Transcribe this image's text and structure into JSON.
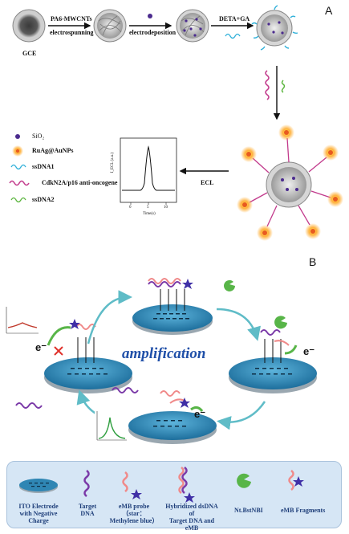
{
  "panel_a": {
    "letter": "A",
    "gce_label": "GCE",
    "step1_top": "PA6-MWCNTs",
    "step1_bottom": "electrospunning",
    "step2_bottom": "electrodeposition",
    "step3_top": "DETA+GA",
    "ecl_label": "ECL",
    "legend": [
      {
        "label": "SiO₂",
        "icon": "sio2-dot-icon"
      },
      {
        "label": "RuAg@AuNPs",
        "icon": "ruag-aunp-icon"
      },
      {
        "label": "ssDNA1",
        "icon": "ssdna1-wave-icon"
      },
      {
        "label": "CdkN2A/p16 anti-oncogene",
        "icon": "target-wave-icon"
      },
      {
        "label": "ssDNA2",
        "icon": "ssdna2-wave-icon"
      }
    ],
    "plot_xlabel": "Time(s)",
    "plot_ylabel": "I_ECL (a.u.)",
    "plot_xticks": [
      "0",
      "5",
      "10"
    ]
  },
  "panel_b": {
    "letter": "B",
    "center_text": "amplification",
    "electron": "e⁻",
    "legend": [
      {
        "label": "ITO Electrode with Negative Charge",
        "lines": [
          "ITO Electrode",
          "with Negative Charge"
        ]
      },
      {
        "label": "Target DNA",
        "lines": [
          "Target",
          "DNA"
        ]
      },
      {
        "label": "eMB probe（star： Methylene blue）",
        "lines": [
          "eMB probe（star：",
          "Methylene blue）"
        ]
      },
      {
        "label": "Hybridized dsDNA of Target DNA and eMB",
        "lines": [
          "Hybridized dsDNA of",
          "Target DNA and eMB"
        ]
      },
      {
        "label": "Nt.BstNBI",
        "lines": [
          "Nt.BstNBI"
        ]
      },
      {
        "label": "eMB Fragments",
        "lines": [
          "eMB Fragments"
        ]
      }
    ]
  },
  "colors": {
    "electrode_blue": "#2f86b4",
    "arrow_teal": "#5fbcc7",
    "target_purple": "#7b3aa8",
    "probe_pink": "#f08a8a",
    "enzyme_green": "#58b548",
    "legend_bg": "#d6e6f5",
    "text_blue": "#1f4fa8"
  }
}
